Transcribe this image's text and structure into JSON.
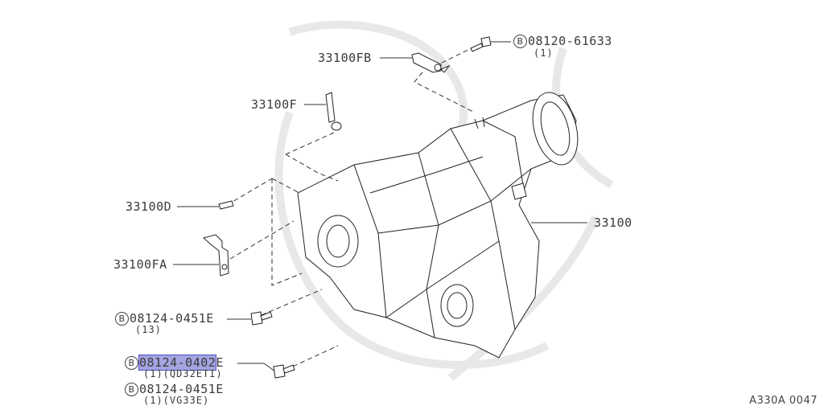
{
  "diagram": {
    "reference_code": "A330A 0047",
    "callouts": {
      "bolt_top": {
        "prefix": "B",
        "part": "08120-61633",
        "qty": "(1)"
      },
      "bracket_fb": {
        "part": "33100FB"
      },
      "bracket_f": {
        "part": "33100F"
      },
      "pin_d": {
        "part": "33100D"
      },
      "bracket_fa": {
        "part": "33100FA"
      },
      "transfer_assembly": {
        "part": "33100"
      },
      "bolt_mid": {
        "prefix": "B",
        "part": "08124-0451E",
        "qty": "(13)"
      },
      "bolt_low_a": {
        "prefix": "B",
        "part_highlighted": "08124-0402",
        "part_rest": "E",
        "qty": "(1)(QD32ETI)"
      },
      "bolt_low_b": {
        "prefix": "B",
        "part": "08124-0451E",
        "qty": "(1)(VG33E)"
      }
    },
    "highlight_color": "#5a5ac8"
  }
}
